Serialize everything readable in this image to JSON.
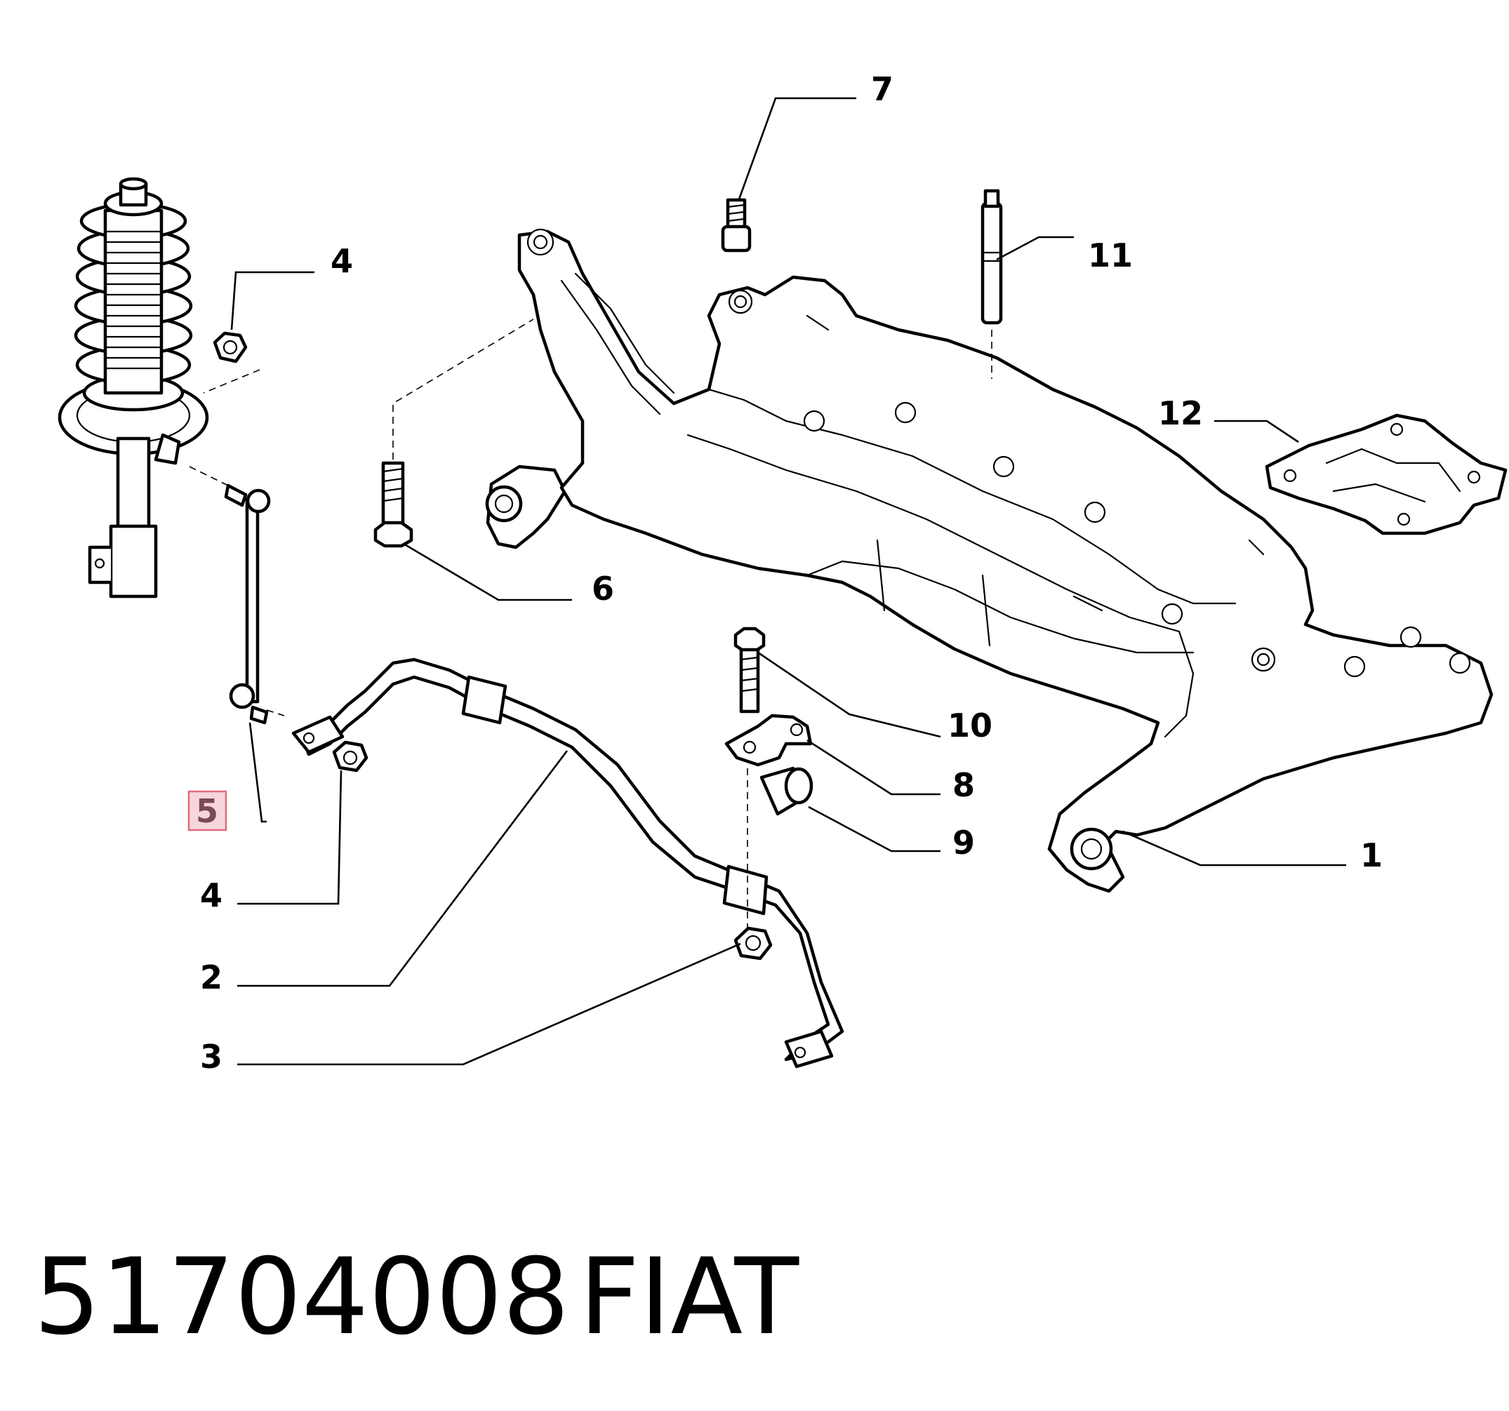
{
  "callouts": {
    "c1": "1",
    "c2": "2",
    "c3": "3",
    "c4a": "4",
    "c4b": "4",
    "c5": "5",
    "c6": "6",
    "c7": "7",
    "c8": "8",
    "c9": "9",
    "c10": "10",
    "c11": "11",
    "c12": "12"
  },
  "highlighted_callout": "5",
  "caption": {
    "part_number": "51704008",
    "brand": "FIAT"
  },
  "colors": {
    "highlight_fill": "#f6d6db",
    "highlight_border": "#e06a7c"
  }
}
